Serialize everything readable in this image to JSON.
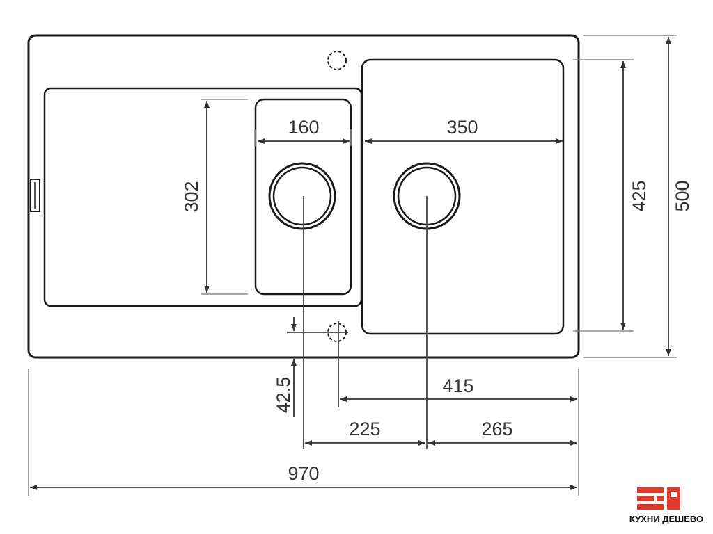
{
  "dimensions": {
    "bowl_small_width": "160",
    "bowl_large_width": "350",
    "bowl_small_height": "302",
    "bowl_large_height": "425",
    "overall_depth": "500",
    "drain_offset_vertical": "42.5",
    "tap_to_edge": "415",
    "drain_spacing": "225",
    "drain_to_edge": "265",
    "overall_width": "970"
  },
  "brand": {
    "name": "КУХНИ ДЕШЕВО",
    "colors": {
      "red": "#e03a2b",
      "text": "#111111"
    }
  },
  "colors": {
    "line": "#333333",
    "outline": "#1a1a1a",
    "ext_line": "#8a8a8a"
  }
}
